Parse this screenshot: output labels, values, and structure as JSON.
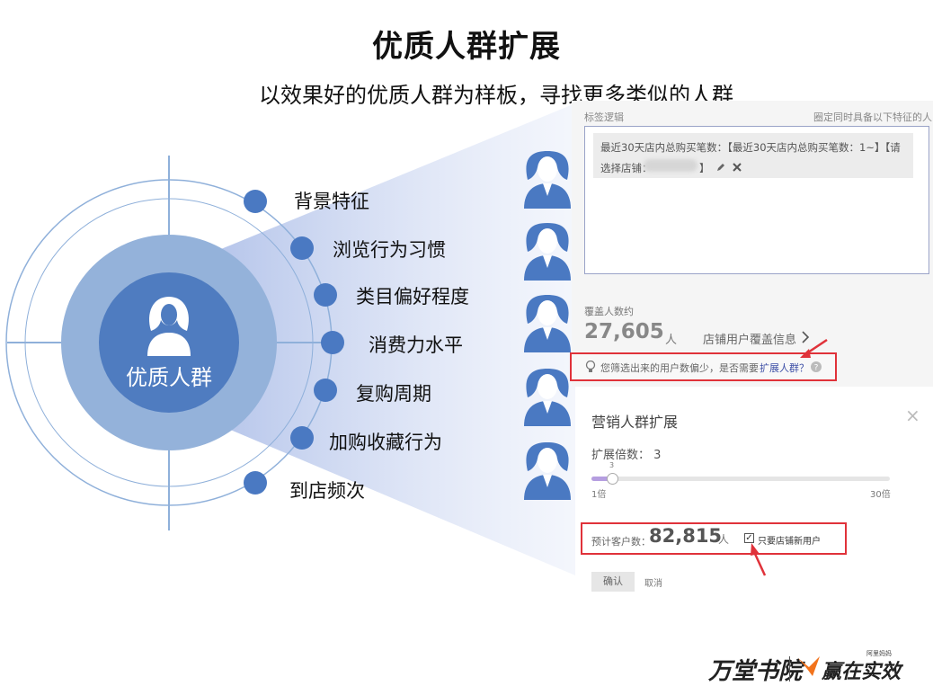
{
  "title": "优质人群扩展",
  "subtitle": "以效果好的优质人群为样板，寻找更多类似的人群",
  "center": {
    "label": "优质人群"
  },
  "features": [
    "背景特征",
    "浏览行为习惯",
    "类目偏好程度",
    "消费力水平",
    "复购周期",
    "加购收藏行为",
    "到店频次"
  ],
  "panel": {
    "tag_logic_label": "标签逻辑",
    "tag_logic_right": "圈定同时具备以下特征的人",
    "tag_line1": "最近30天店内总购买笔数：【最近30天店内总购买笔数：1~】【请",
    "tag_line2_a": "选择店铺：",
    "tag_line2_b": "】",
    "cover_label": "覆盖人数约",
    "cover_number": "27,605",
    "cover_unit": "人",
    "cover_link": "店铺用户覆盖信息",
    "hint_text": "您筛选出来的用户数偏少，是否需要",
    "hint_link": "扩展人群？"
  },
  "marketing": {
    "title": "营销人群扩展",
    "multiple_label": "扩展倍数：",
    "multiple_value": "3",
    "slider_value": "3",
    "slider_min": "1倍",
    "slider_max": "30倍",
    "estimate_label": "预计客户数：",
    "estimate_number": "82,815",
    "estimate_unit": "人",
    "checkbox_label": "只要店铺新用户",
    "ok_label": "确认",
    "cancel_label": "取消"
  },
  "footer": {
    "logo_a": "万堂书院",
    "logo_b": "赢在实效",
    "logo_b_small": "阿里妈妈"
  },
  "colors": {
    "dot_blue": "#4a79c2",
    "inner_circle": "#4f7cc0",
    "outer_circle": "#8fb0da",
    "highlight_red": "#e0323a"
  }
}
